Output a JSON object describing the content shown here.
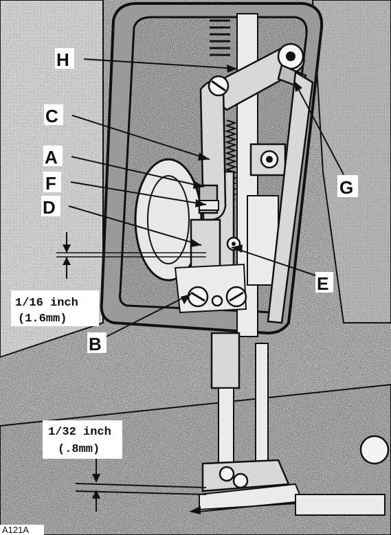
{
  "callouts": {
    "H": "H",
    "C": "C",
    "A": "A",
    "F": "F",
    "D": "D",
    "G": "G",
    "E": "E",
    "B": "B"
  },
  "dimensions": {
    "upper_imperial": "1/16 inch",
    "upper_metric": "(1.6mm)",
    "lower_imperial": "1/32 inch",
    "lower_metric": "(.8mm)"
  },
  "figure_code": "A121A"
}
